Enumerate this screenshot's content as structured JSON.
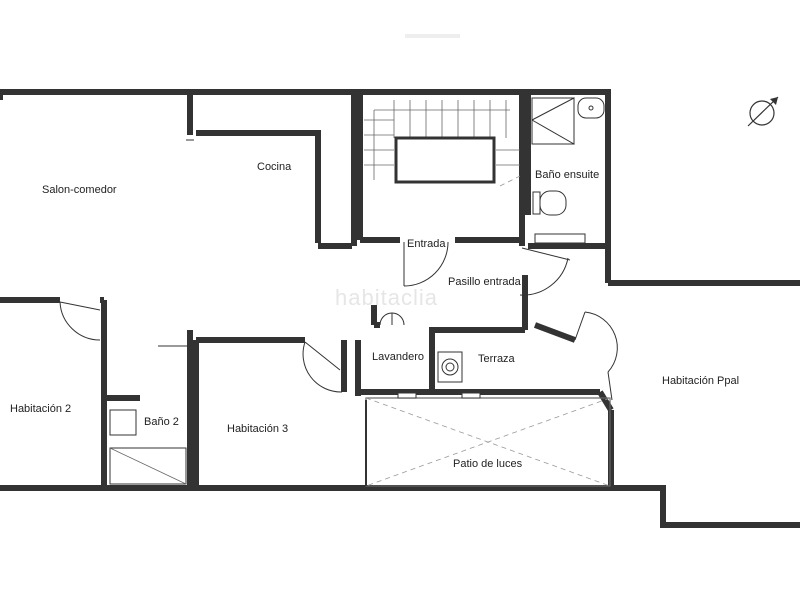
{
  "rooms": {
    "salon": "Salon-comedor",
    "cocina": "Cocina",
    "bano_ensuite": "Baño ensuite",
    "entrada": "Entrada",
    "pasillo": "Pasillo entrada",
    "lavandero": "Lavandero",
    "terraza": "Terraza",
    "hab_ppal": "Habitación Ppal",
    "hab2": "Habitación 2",
    "bano2": "Baño 2",
    "hab3": "Habitación 3",
    "patio": "Patio de luces"
  },
  "watermark": "habitaclia",
  "icons": {
    "north": "compass-arrow-icon"
  }
}
